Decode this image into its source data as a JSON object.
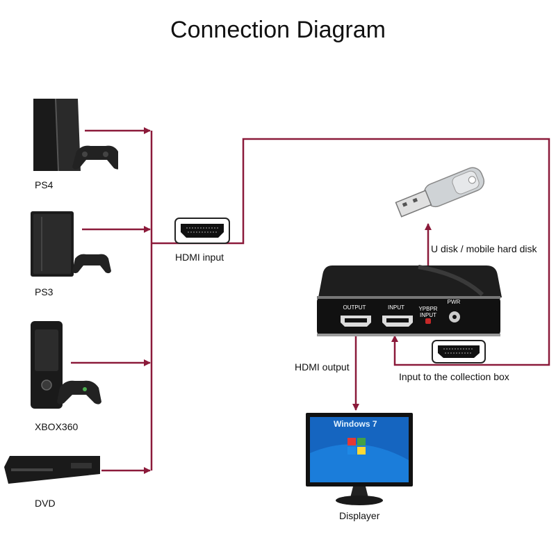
{
  "title": "Connection Diagram",
  "devices": [
    {
      "label": "PS4"
    },
    {
      "label": "PS3"
    },
    {
      "label": "XBOX360"
    },
    {
      "label": "DVD"
    }
  ],
  "hdmi_input_label": "HDMI input",
  "hdmi_output_label": "HDMI output",
  "udisk_label": "U disk / mobile hard disk",
  "collection_label": "Input to the collection box",
  "display_label": "Displayer",
  "screen_text": "Windows 7",
  "box_ports": {
    "output": "OUTPUT",
    "input": "INPUT",
    "ypbpr_1": "YPBPR",
    "ypbpr_2": "INPUT",
    "pwr": "PWR"
  },
  "colors": {
    "wire": "#8b1a3a",
    "device": "#1a1a1a",
    "screen": "#1565c0"
  }
}
